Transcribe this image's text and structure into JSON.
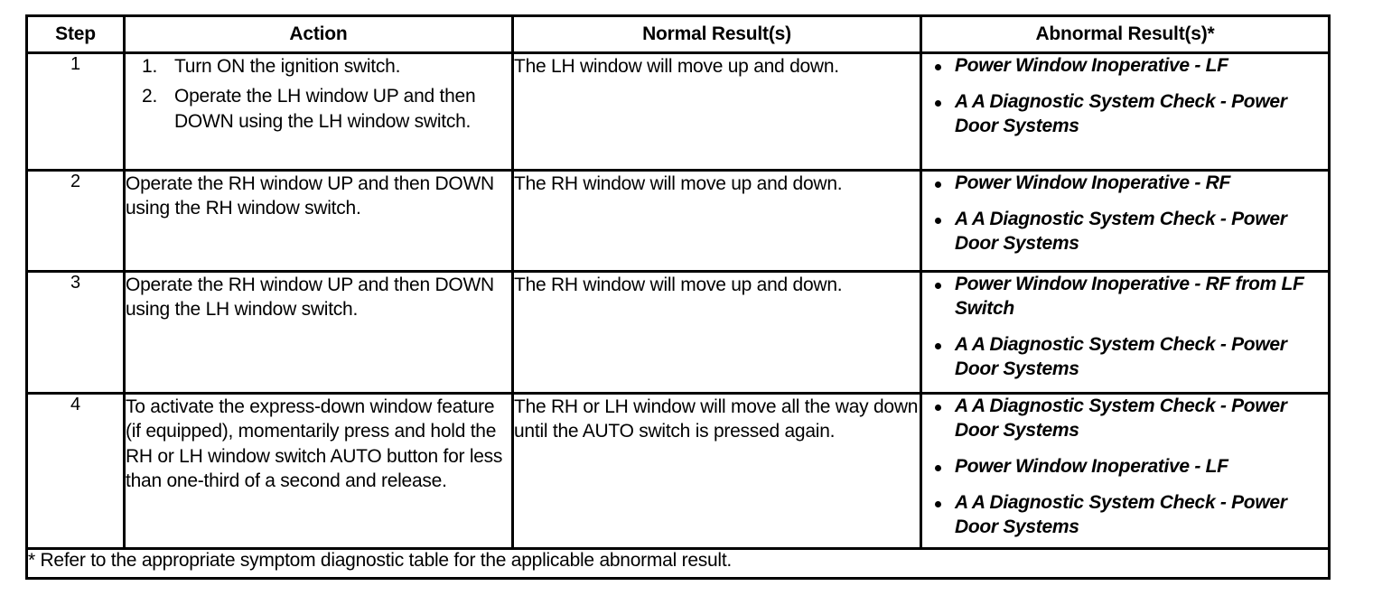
{
  "table": {
    "headers": [
      {
        "key": "step",
        "label": "Step"
      },
      {
        "key": "action",
        "label": "Action"
      },
      {
        "key": "normal",
        "label": "Normal Result(s)"
      },
      {
        "key": "abnormal",
        "label": "Abnormal Result(s)*"
      }
    ],
    "rows": [
      {
        "step": "1",
        "action_items": [
          "Turn ON the ignition switch.",
          "Operate the LH window UP and then DOWN using the LH window switch."
        ],
        "action_text": "",
        "normal": "The LH window will move up and down.",
        "abnormal_items": [
          "Power Window Inoperative - LF",
          "A A Diagnostic System Check - Power Door Systems"
        ]
      },
      {
        "step": "2",
        "action_items": [],
        "action_text": "Operate the RH window UP and then DOWN using the RH window switch.",
        "normal": "The RH window will move up and down.",
        "abnormal_items": [
          "Power Window Inoperative - RF",
          "A A Diagnostic System Check - Power Door Systems"
        ]
      },
      {
        "step": "3",
        "action_items": [],
        "action_text": "Operate the RH window UP and then DOWN using the LH window switch.",
        "normal": "The RH window will move up and down.",
        "abnormal_items": [
          "Power Window Inoperative - RF from LF Switch",
          "A A Diagnostic System Check - Power Door Systems"
        ]
      },
      {
        "step": "4",
        "action_items": [],
        "action_text": "To activate the express-down window feature (if equipped), momentarily press and hold the RH or LH window switch AUTO button for less than one-third of a second and release.",
        "normal": "The RH or LH window will move all the way down until the AUTO switch is pressed again.",
        "abnormal_items": [
          "A A Diagnostic System Check - Power Door Systems",
          "Power Window Inoperative - LF",
          "A A Diagnostic System Check - Power Door Systems"
        ]
      }
    ],
    "footnote": "* Refer to the appropriate symptom diagnostic table for the applicable abnormal result."
  },
  "colors": {
    "border": "#000000",
    "text": "#000000",
    "background": "#ffffff"
  }
}
